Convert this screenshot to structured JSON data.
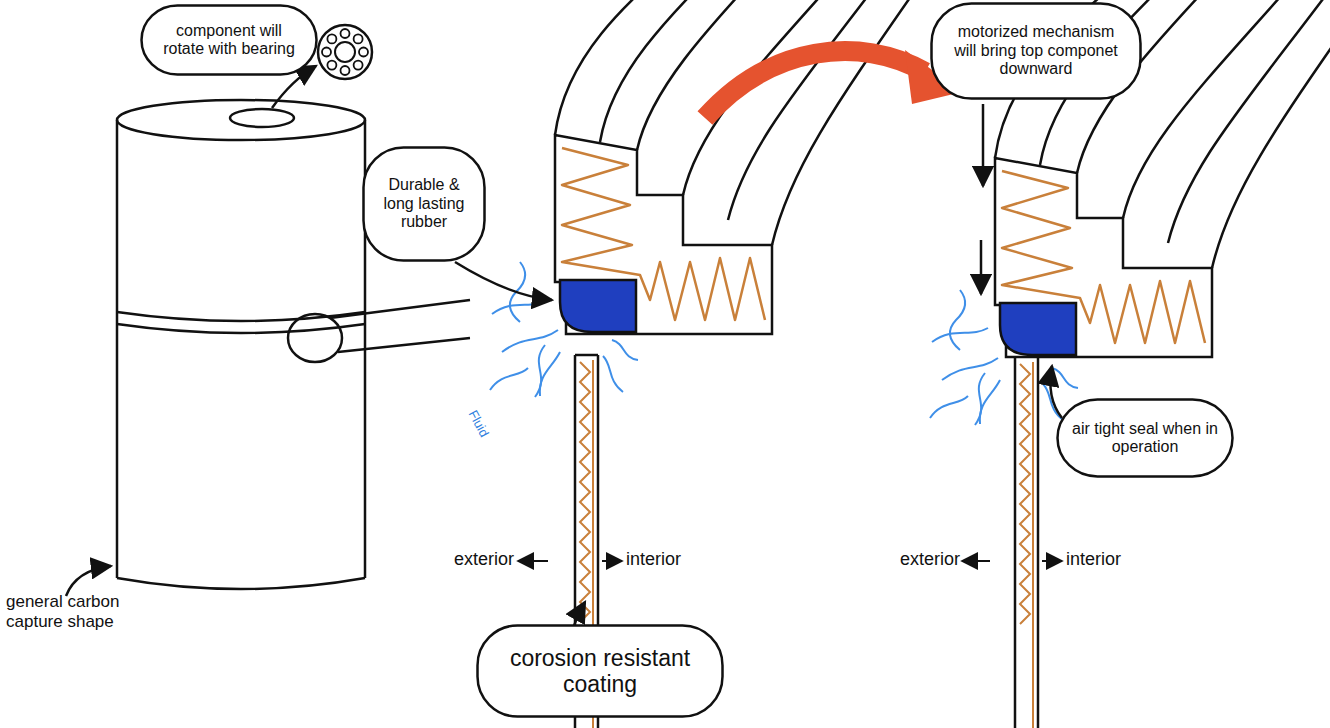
{
  "diagram": {
    "nodes": [
      {
        "text": [
          "component will rotate with bearing"
        ]
      },
      {
        "text": [
          "motorized mechanism will bring top componet downward"
        ]
      },
      {
        "text": [
          "Durable & long lasting rubber"
        ]
      },
      {
        "text": [
          "air tight seal when in operation"
        ]
      },
      {
        "text": [
          "corosion resistant coating"
        ]
      }
    ],
    "labels": [
      "general carbon capture shape",
      "Fluid",
      "exterior",
      "interior",
      "exterior",
      "interior"
    ]
  }
}
